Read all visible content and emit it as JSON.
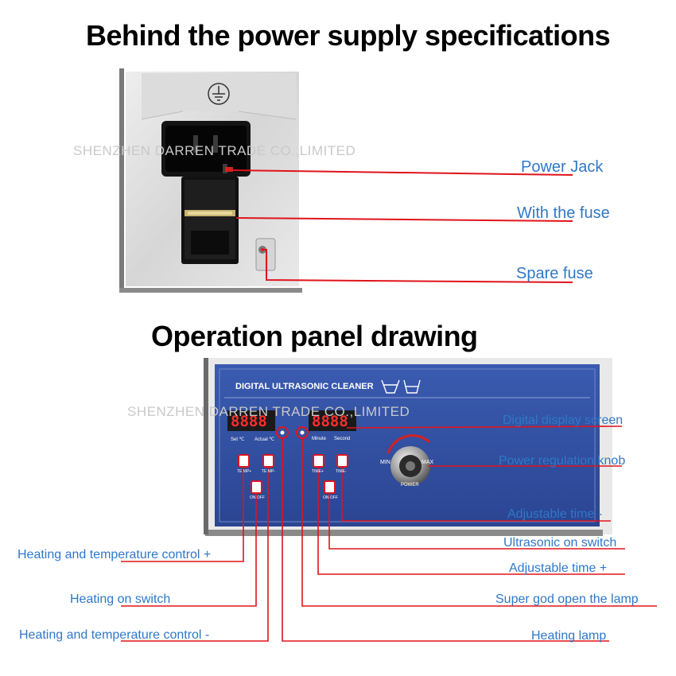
{
  "titles": {
    "power_supply": "Behind the power supply specifications",
    "operation_panel": "Operation panel drawing"
  },
  "watermark": "SHENZHEN  DARREN TRADE CO.,LIMITED",
  "power_labels": [
    "Power Jack",
    "With the fuse",
    "Spare fuse"
  ],
  "panel": {
    "brand": "DIGITAL ULTRASONIC CLEANER",
    "knob_min": "MIN",
    "knob_max": "MAX",
    "knob_power": "POWER",
    "display_labels": [
      "Set ℃",
      "Actual ℃",
      "Minute",
      "Second"
    ],
    "button_labels": [
      "TE MP+",
      "TE MP-",
      "ON OFF",
      "TIME+",
      "TIME-",
      "ON OFF"
    ]
  },
  "panel_labels_right": [
    "Digital display screen",
    "Power regulation knob",
    "Adjustable time -",
    "Ultrasonic on switch",
    "Adjustable time +",
    "Super god open the lamp",
    "Heating lamp"
  ],
  "panel_labels_left": [
    "Heating and temperature control +",
    "Heating on switch",
    "Heating and temperature control -"
  ],
  "colors": {
    "label": "#2f78c8",
    "leader": "#e0141c",
    "panel_blue": "#2e4a9e"
  }
}
